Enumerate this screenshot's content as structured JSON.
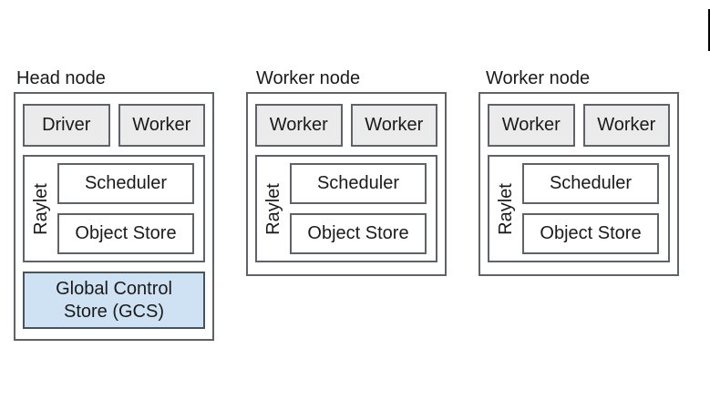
{
  "colors": {
    "process_fill": "#ebebeb",
    "gcs_fill": "#cfe2f3",
    "box_border": "#5f6368",
    "gcs_border": "#46545f",
    "text": "#1a1a1a",
    "edge_mark": "#000000"
  },
  "nodes": [
    {
      "title": "Head node",
      "processes": [
        "Driver",
        "Worker"
      ],
      "raylet": {
        "label": "Raylet",
        "components": [
          "Scheduler",
          "Object Store"
        ]
      },
      "gcs": {
        "line1": "Global Control",
        "line2": "Store (GCS)"
      }
    },
    {
      "title": "Worker node",
      "processes": [
        "Worker",
        "Worker"
      ],
      "raylet": {
        "label": "Raylet",
        "components": [
          "Scheduler",
          "Object Store"
        ]
      }
    },
    {
      "title": "Worker node",
      "processes": [
        "Worker",
        "Worker"
      ],
      "raylet": {
        "label": "Raylet",
        "components": [
          "Scheduler",
          "Object Store"
        ]
      }
    }
  ]
}
